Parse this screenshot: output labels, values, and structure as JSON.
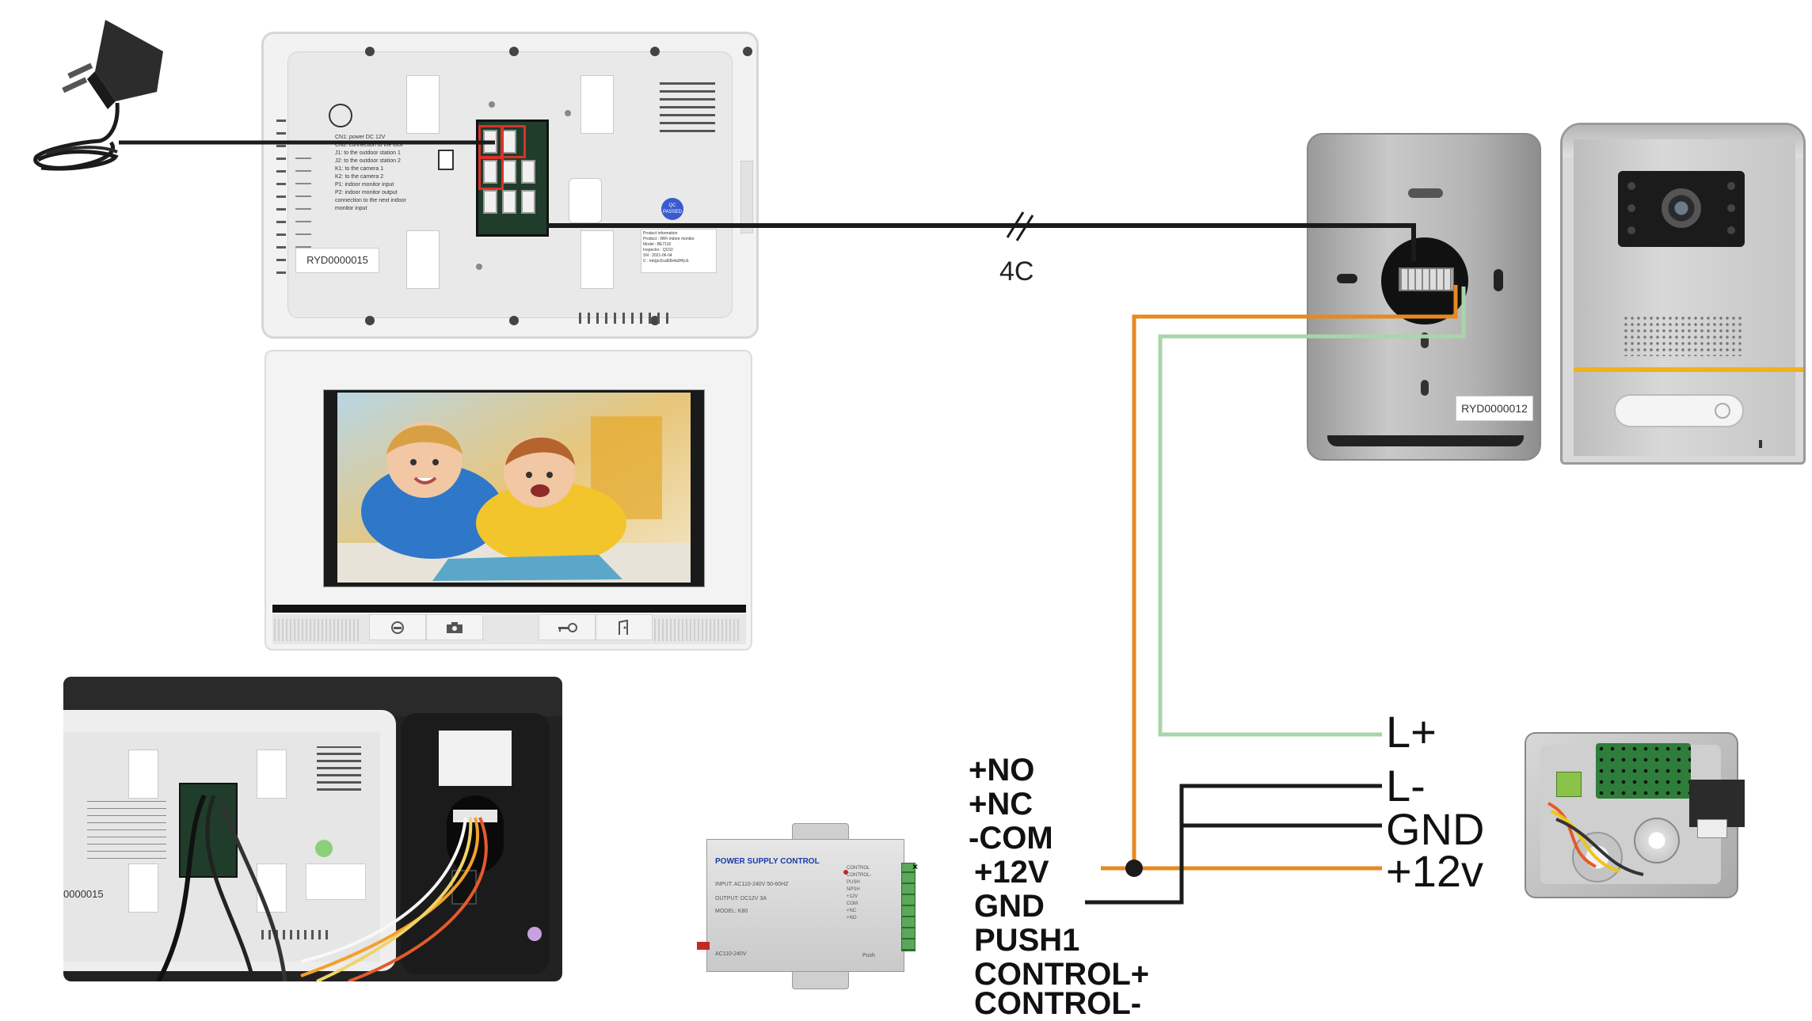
{
  "monitor_back": {
    "serial_label": "RYD0000015",
    "pin_legend": [
      "CN1: power DC 12V",
      "CN2: connection to the lock",
      "J1: to the outdoor station 1",
      "J2: to the outdoor station 2",
      "K1: to the camera 1",
      "K2: to the camera 2",
      "P1: indoor monitor input",
      "P2: indoor monitor output connection to the next indoor monitor input"
    ],
    "qc_label": "QC PASSED",
    "info_label": [
      "Product information",
      "Product : WiFi indoor monitor",
      "Model : BE7116",
      "Inspector : QC02",
      "SN : 2021-06-04",
      "C : mb(pc0ca83b4a0f4)cb"
    ]
  },
  "monitor_front": {
    "buttons": [
      "phone-icon",
      "camera-icon",
      "key-icon",
      "door-icon"
    ]
  },
  "cable": {
    "label": "4C"
  },
  "outdoor_station": {
    "serial_label": "RYD0000012"
  },
  "photo_inset": {
    "serial_label": "0000015"
  },
  "power_supply": {
    "title": "POWER SUPPLY CONTROL",
    "input": "INPUT: AC110-240V 50-60HZ",
    "output": "OUTPUT: DC12V 3A",
    "model": "MODEL: K80",
    "bottom": "AC110-240V",
    "pin_labels": [
      "CONTROL",
      "CONTROL-",
      "PUSH",
      "NPSH",
      "+12V",
      "COM",
      "+NC",
      "+NO"
    ],
    "push_label": "Push"
  },
  "terminals": [
    "+NO",
    "+NC",
    "-COM",
    "+12V",
    "GND",
    "PUSH1",
    "CONTROL+",
    "CONTROL-"
  ],
  "lock_wires": [
    "L+",
    "L-",
    "GND",
    "+12v"
  ],
  "colors": {
    "orange_wire": "#e8891e",
    "green_wire": "#a9d5a9",
    "black_wire": "#1b1b1b"
  }
}
